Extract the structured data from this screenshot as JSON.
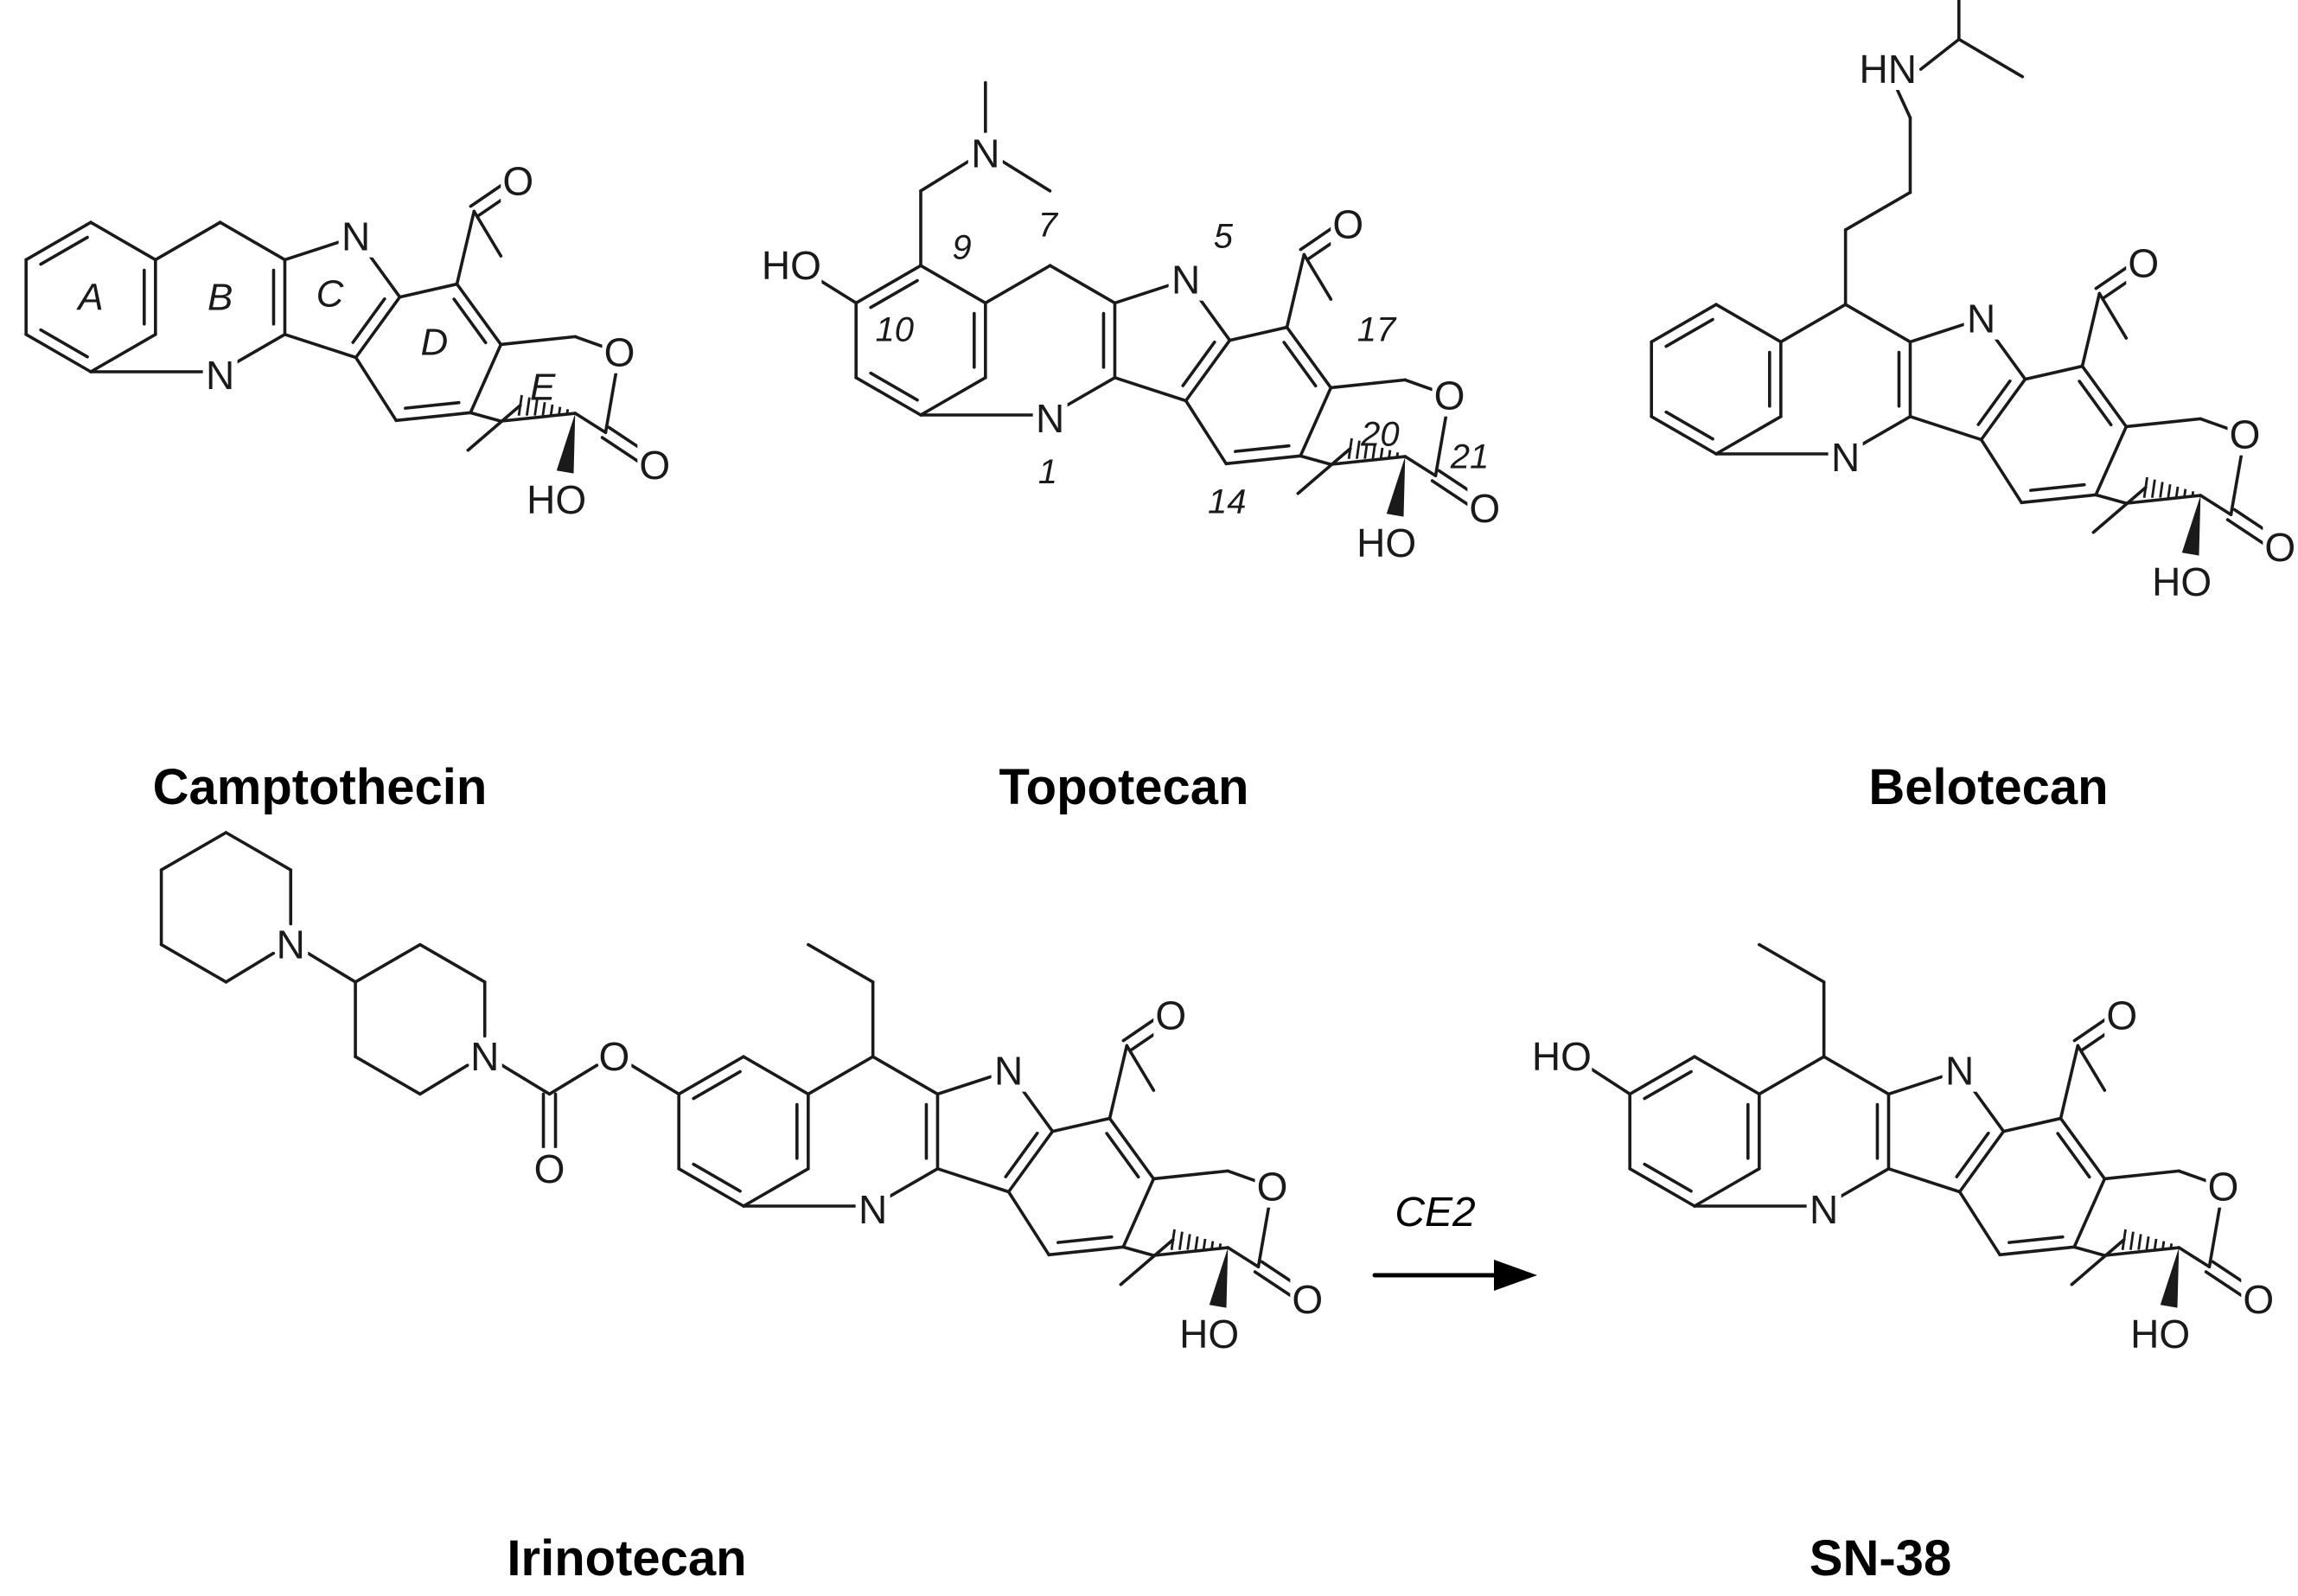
{
  "compounds": [
    {
      "id": "camptothecin",
      "name": "Camptothecin",
      "ring_labels": [
        "A",
        "B",
        "C",
        "D",
        "E"
      ],
      "atoms": {
        "n1": "N",
        "n2": "N",
        "o_lac": "O",
        "o_carb1": "O",
        "o_carb2": "O",
        "oh": "HO"
      }
    },
    {
      "id": "topotecan",
      "name": "Topotecan",
      "position_numbers": [
        "1",
        "5",
        "7",
        "9",
        "10",
        "14",
        "17",
        "20",
        "21"
      ],
      "atoms": {
        "n1": "N",
        "n2": "N",
        "o_lac": "O",
        "o_carb1": "O",
        "o_carb2": "O",
        "oh": "HO",
        "oh_phenol": "HO",
        "n_amine": "N"
      }
    },
    {
      "id": "belotecan",
      "name": "Belotecan",
      "atoms": {
        "n1": "N",
        "n2": "N",
        "o_lac": "O",
        "o_carb1": "O",
        "o_carb2": "O",
        "oh": "HO",
        "nh": "HN"
      }
    },
    {
      "id": "irinotecan",
      "name": "Irinotecan",
      "atoms": {
        "n1": "N",
        "n2": "N",
        "o_lac": "O",
        "o_carb1": "O",
        "o_carb2": "O",
        "oh": "HO",
        "n_pip1": "N",
        "n_pip2": "N",
        "o_ester": "O",
        "o_carbamate": "O"
      }
    },
    {
      "id": "sn38",
      "name": "SN-38",
      "atoms": {
        "n1": "N",
        "n2": "N",
        "o_lac": "O",
        "o_carb1": "O",
        "o_carb2": "O",
        "oh": "HO",
        "oh_phenol": "HO"
      }
    }
  ],
  "reaction": {
    "enzyme_label": "CE2",
    "from": "irinotecan",
    "to": "sn38"
  },
  "colors": {
    "ink": "#1a1a1a",
    "background": "#ffffff"
  }
}
